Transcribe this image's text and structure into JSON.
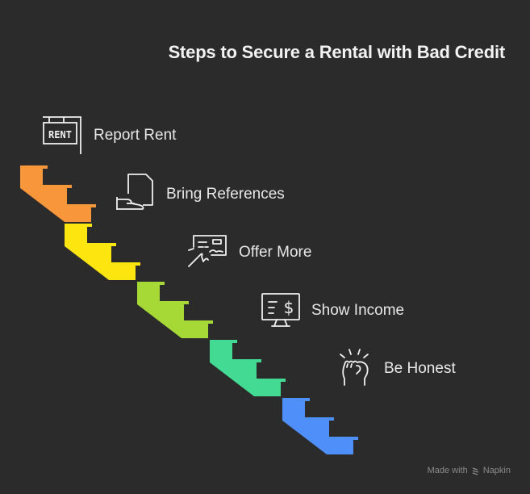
{
  "title": "Steps to Secure a Rental with Bad Credit",
  "steps": [
    {
      "label": "Report Rent",
      "icon": "rent-sign-icon",
      "color": "#f7963a"
    },
    {
      "label": "Bring References",
      "icon": "hand-document-icon",
      "color": "#fde50f"
    },
    {
      "label": "Offer More",
      "icon": "check-signing-icon",
      "color": "#a6d935"
    },
    {
      "label": "Show Income",
      "icon": "monitor-dollar-icon",
      "color": "#43db93"
    },
    {
      "label": "Be Honest",
      "icon": "raised-fist-icon",
      "color": "#4e8ff9"
    }
  ],
  "icons": {
    "rent_sign_text": "RENT",
    "dollar": "$"
  },
  "footer": {
    "made_with": "Made with",
    "brand": "Napkin"
  }
}
